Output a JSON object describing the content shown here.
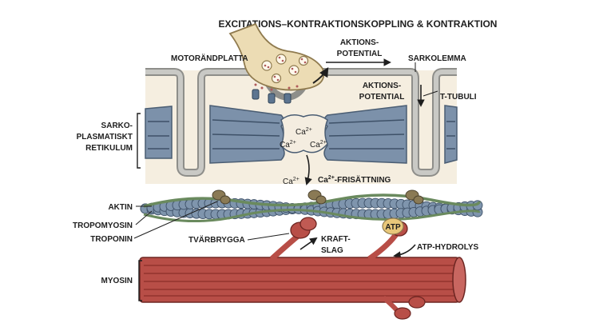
{
  "title": "EXCITATIONS–KONTRAKTIONSKOPPLING & KONTRAKTION",
  "labels": {
    "motor_end_plate": "MOTORÄNDPLATTA",
    "action_potential_top_1": "AKTIONS-",
    "action_potential_top_2": "POTENTIAL",
    "sarcolemma": "SARKOLEMMA",
    "action_potential_ttub_1": "AKTIONS-",
    "action_potential_ttub_2": "POTENTIAL",
    "t_tubule": "T-TUBULI",
    "sr_1": "SARKO-",
    "sr_2": "PLASMATISKT",
    "sr_3": "RETIKULUM",
    "ca_symbol": "Ca",
    "ca_charge": "2+",
    "ca_release": "-FRISÄTTNING",
    "actin": "AKTIN",
    "tropomyosin": "TROPOMYOSIN",
    "troponin": "TROPONIN",
    "cross_bridge": "TVÄRBRYGGA",
    "power_stroke_1": "KRAFT-",
    "power_stroke_2": "SLAG",
    "atp": "ATP",
    "atp_hydrolysis": "ATP-HYDROLYS",
    "myosin": "MYOSIN"
  },
  "colors": {
    "membrane": "#9a9a96",
    "cytoplasm": "#f3ecde",
    "sr": "#7c91aa",
    "terminal": "#f4ede0",
    "actin": "#7f95ad",
    "tropomyosin": "#6a8a5e",
    "troponin": "#8a7a55",
    "myosin": "#b84e47",
    "atp": "#e8c77a",
    "nerve": "#ecdcb4"
  }
}
